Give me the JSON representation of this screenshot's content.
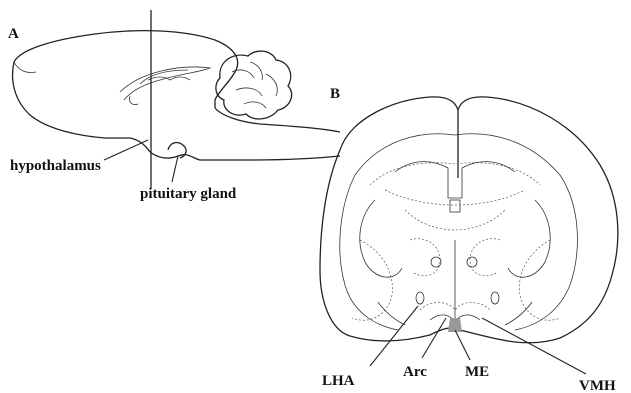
{
  "panels": {
    "a": {
      "letter": "A"
    },
    "b": {
      "letter": "B"
    }
  },
  "labels": {
    "hypothalamus": "hypothalamus",
    "pituitary": "pituitary gland",
    "lha": "LHA",
    "arc": "Arc",
    "me": "ME",
    "vmh": "VMH"
  }
}
